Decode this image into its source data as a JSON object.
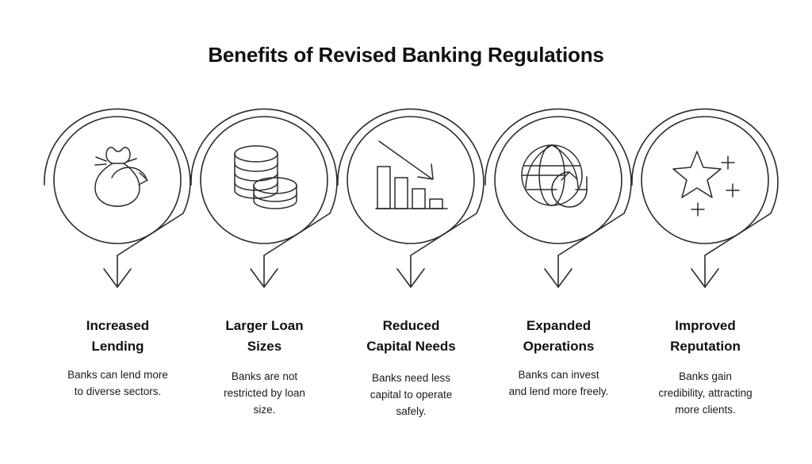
{
  "title": "Benefits of Revised Banking Regulations",
  "theme": {
    "background": "#ffffff",
    "line_color": "#2b2b2b",
    "text_color": "#111111"
  },
  "items": [
    {
      "icon": "money-bag-arrow-icon",
      "heading": "Increased\nLending",
      "description": "Banks can lend more\nto diverse sectors."
    },
    {
      "icon": "coin-stacks-icon",
      "heading": "Larger Loan\nSizes",
      "description": "Banks are not\nrestricted by loan\nsize."
    },
    {
      "icon": "declining-bar-chart-icon",
      "heading": "Reduced\nCapital Needs",
      "description": "Banks need less\ncapital to operate\nsafely."
    },
    {
      "icon": "globe-refresh-icon",
      "heading": "Expanded\nOperations",
      "description": "Banks can invest\nand lend more freely."
    },
    {
      "icon": "star-sparkle-icon",
      "heading": "Improved\nReputation",
      "description": "Banks gain\ncredibility, attracting\nmore clients."
    }
  ]
}
